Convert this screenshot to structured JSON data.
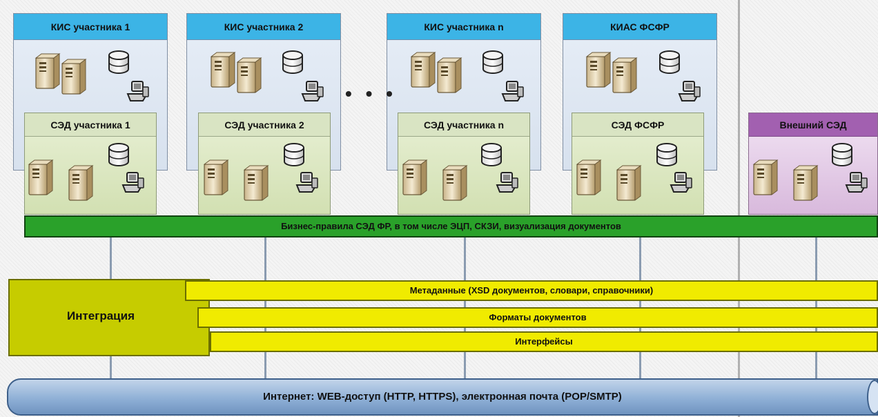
{
  "kis_blocks": [
    {
      "label": "КИС участника 1"
    },
    {
      "label": "КИС участника 2"
    },
    {
      "label": "КИС участника n"
    },
    {
      "label": "КИАС ФСФР"
    }
  ],
  "sed_blocks": [
    {
      "label": "СЭД участника 1"
    },
    {
      "label": "СЭД участника 2"
    },
    {
      "label": "СЭД участника n"
    },
    {
      "label": "СЭД ФСФР"
    }
  ],
  "external_sed": {
    "label": "Внешний СЭД"
  },
  "ellipsis": "• • •",
  "business_rules": "Бизнес-правила СЭД ФР, в том числе ЭЦП, СКЗИ, визуализация документов",
  "integration": {
    "label": "Интеграция",
    "layers": [
      "Метаданные (XSD документов, словари, справочники)",
      "Форматы документов",
      "Интерфейсы"
    ]
  },
  "internet": "Интернет: WEB-доступ (HTTP, HTTPS), электронная почта (POP/SMTP)",
  "icons": {
    "server": "server-icon",
    "database": "database-icon",
    "workstation": "workstation-icon"
  },
  "colors": {
    "kis_header": "#3cb4e6",
    "sed_header": "#d9e4c3",
    "external_header": "#a260b0",
    "business_rules": "#2aa12a",
    "integration": "#c6cc00",
    "layers": "#f0eb00",
    "internet": "#8fb0d6"
  }
}
